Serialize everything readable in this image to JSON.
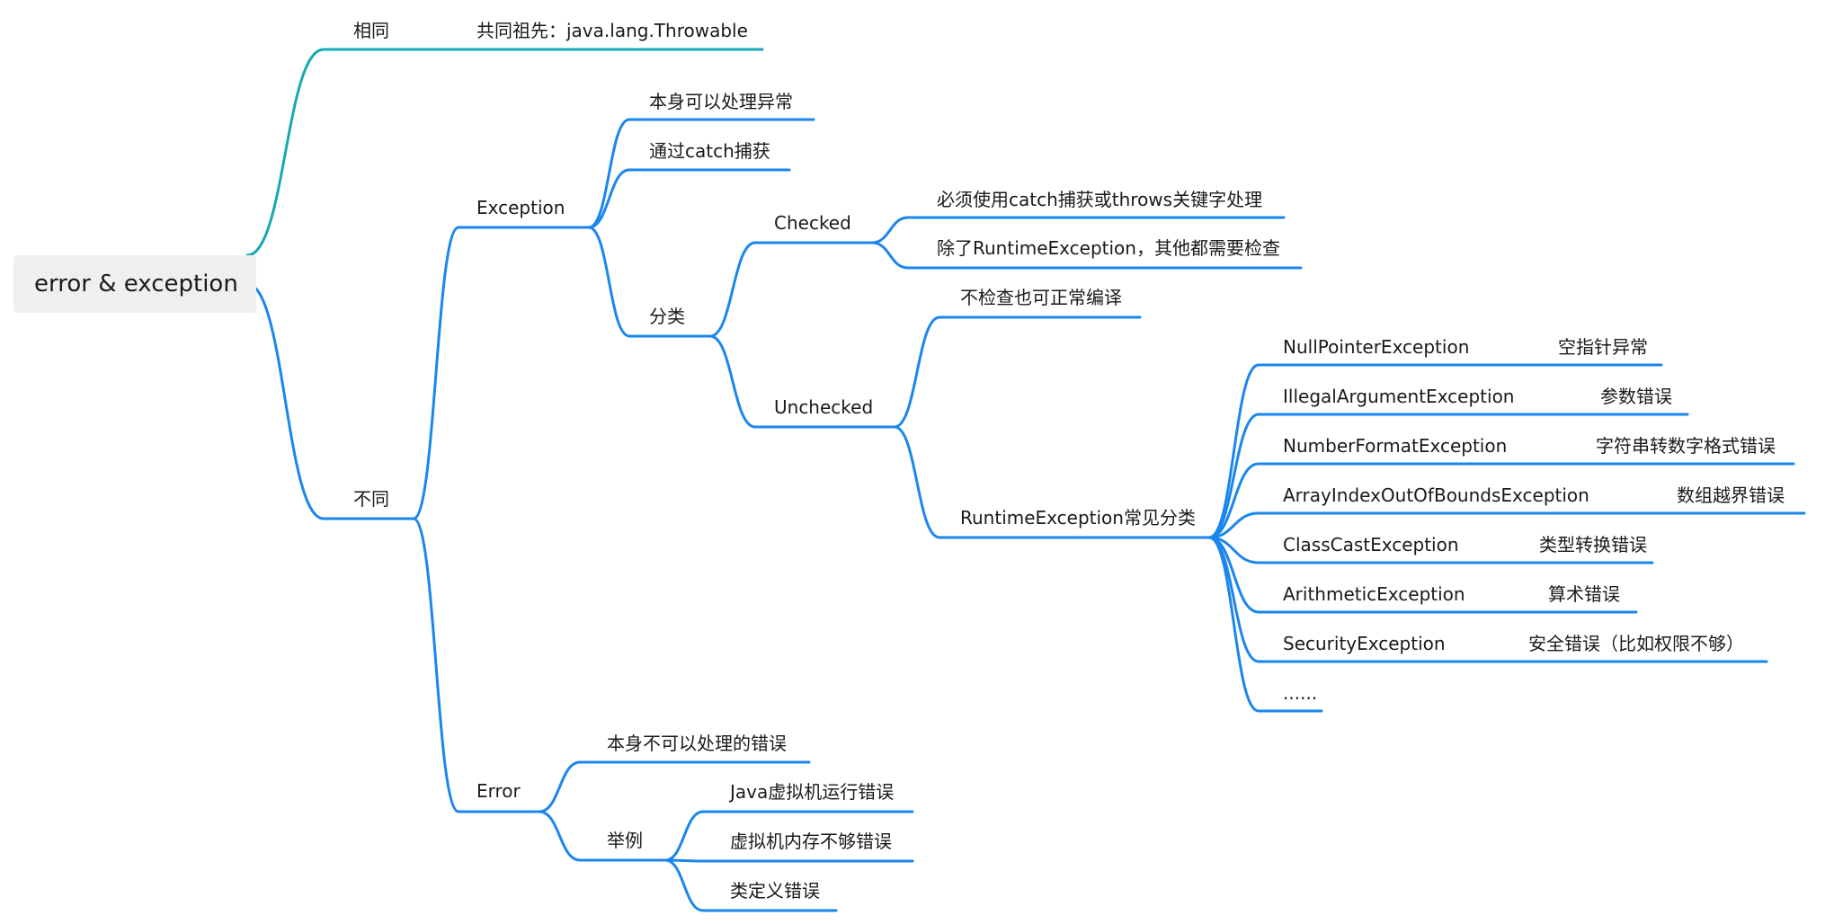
{
  "colors": {
    "branch": "#1a86ee",
    "top_branch": "#19a8b3",
    "root_bg": "#efefef",
    "text": "#1a1a1a"
  },
  "root": {
    "label": "error & exception"
  },
  "same": {
    "label": "相同",
    "ancestor": "共同祖先：java.lang.Throwable"
  },
  "diff": {
    "label": "不同",
    "exception": {
      "label": "Exception",
      "self_handle": "本身可以处理异常",
      "catch": "通过catch捕获",
      "category": {
        "label": "分类",
        "checked": {
          "label": "Checked",
          "items": [
            "必须使用catch捕获或throws关键字处理",
            "除了RuntimeException，其他都需要检查"
          ]
        },
        "unchecked": {
          "label": "Unchecked",
          "no_check": "不检查也可正常编译",
          "runtime": {
            "label": "RuntimeException常见分类",
            "items": [
              {
                "name": "NullPointerException",
                "desc": "空指针异常"
              },
              {
                "name": "IllegalArgumentException",
                "desc": "参数错误"
              },
              {
                "name": "NumberFormatException",
                "desc": "字符串转数字格式错误"
              },
              {
                "name": "ArrayIndexOutOfBoundsException",
                "desc": "数组越界错误"
              },
              {
                "name": "ClassCastException",
                "desc": "类型转换错误"
              },
              {
                "name": "ArithmeticException",
                "desc": "算术错误"
              },
              {
                "name": "SecurityException",
                "desc": "安全错误（比如权限不够）"
              },
              {
                "name": "......",
                "desc": ""
              }
            ]
          }
        }
      }
    },
    "error": {
      "label": "Error",
      "self_cannot": "本身不可以处理的错误",
      "example": {
        "label": "举例",
        "items": [
          "Java虚拟机运行错误",
          "虚拟机内存不够错误",
          "类定义错误"
        ]
      }
    }
  }
}
